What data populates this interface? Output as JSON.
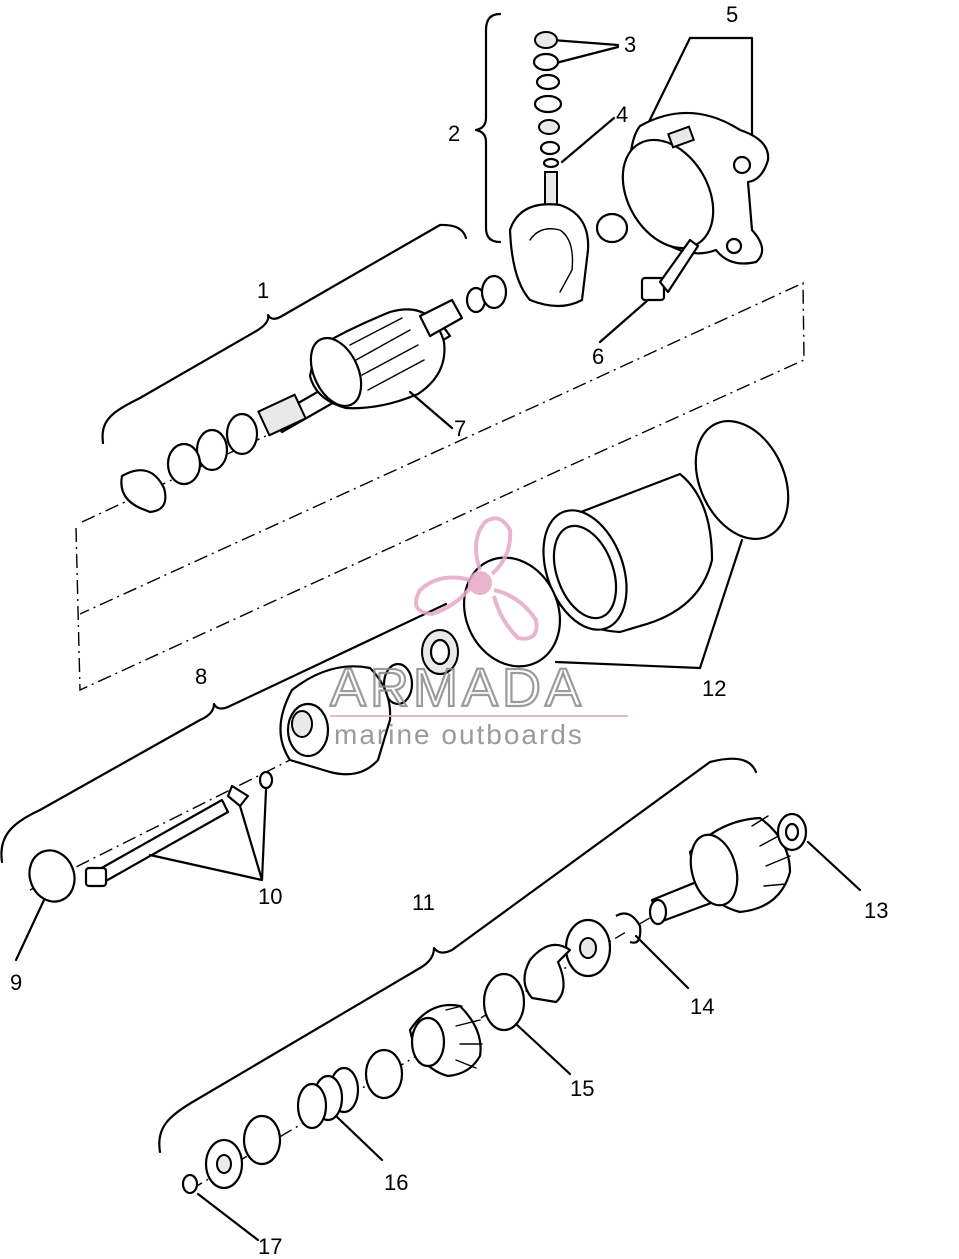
{
  "diagram": {
    "callouts": [
      "1",
      "2",
      "3",
      "4",
      "5",
      "6",
      "7",
      "8",
      "9",
      "10",
      "11",
      "12",
      "13",
      "14",
      "15",
      "16",
      "17"
    ]
  },
  "watermark": {
    "brand": "ARMADA",
    "tagline": "marine outboards",
    "colors": {
      "logo": "#e5a9c5",
      "text": "#8a8a8a",
      "rule": "#e5a9c5"
    }
  }
}
